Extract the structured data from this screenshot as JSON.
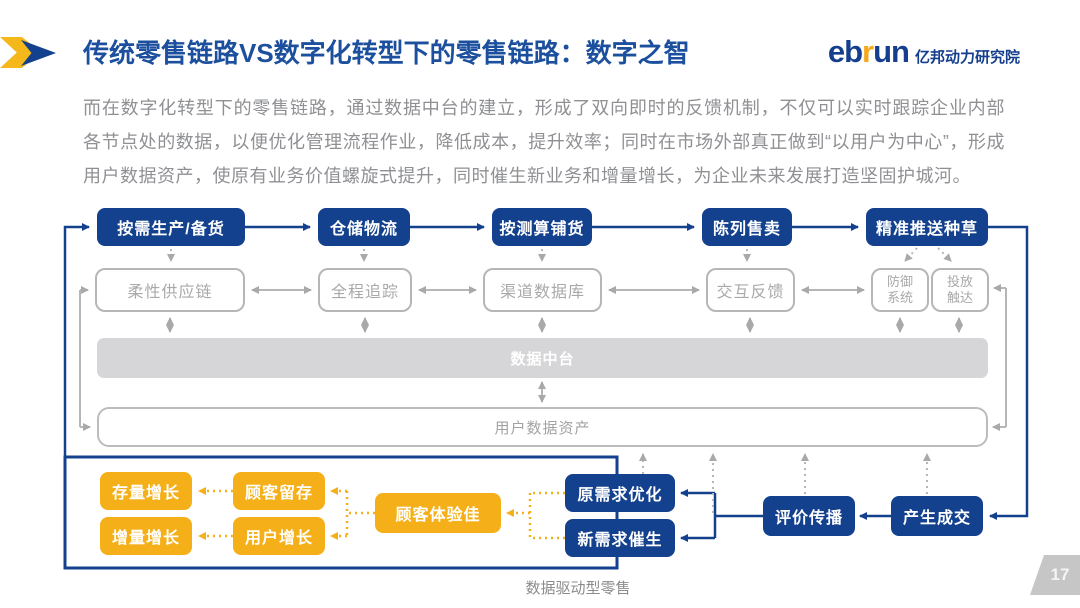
{
  "colors": {
    "primary_blue": "#14418e",
    "title_blue": "#1c509e",
    "accent_yellow": "#f5b019",
    "logo_orange": "#f5a81c",
    "gray_text": "#8f9093",
    "gray_line": "#b6b6b6",
    "platform_bar_fill": "#d6d6d8",
    "page_tag_fill": "#c6c6c6"
  },
  "header": {
    "title": "传统零售链路VS数字化转型下的零售链路：数字之智",
    "logo": {
      "part_eb": "eb",
      "part_r": "r",
      "part_un": "un",
      "cn_name": "亿邦动力研究院"
    }
  },
  "intro_text": "而在数字化转型下的零售链路，通过数据中台的建立，形成了双向即时的反馈机制，不仅可以实时跟踪企业内部各节点处的数据，以便优化管理流程作业，降低成本，提升效率；同时在市场外部真正做到“以用户为中心”，形成用户数据资产，使原有业务价值螺旋式提升，同时催生新业务和增量增长，为企业未来发展打造坚固护城河。",
  "diagram": {
    "flow_row": [
      "按需生产/备货",
      "仓储物流",
      "按测算铺货",
      "陈列售卖",
      "精准推送种草"
    ],
    "system_row": [
      "柔性供应链",
      "全程追踪",
      "渠道数据库",
      "交互反馈"
    ],
    "defense_box": [
      "防御",
      "系统"
    ],
    "reach_box": [
      "投放",
      "触达"
    ],
    "platform_bar": "数据中台",
    "assets_bar": "用户数据资产",
    "growth_boxes": [
      "存量增长",
      "顾客留存",
      "增量增长",
      "用户增长"
    ],
    "experience_box": "顾客体验佳",
    "demand_boxes": [
      "原需求优化",
      "新需求催生"
    ],
    "spread_box": "评价传播",
    "deal_box": "产生成交",
    "zone_label": "数据驱动型零售"
  },
  "footer": {
    "page_number": "17"
  }
}
